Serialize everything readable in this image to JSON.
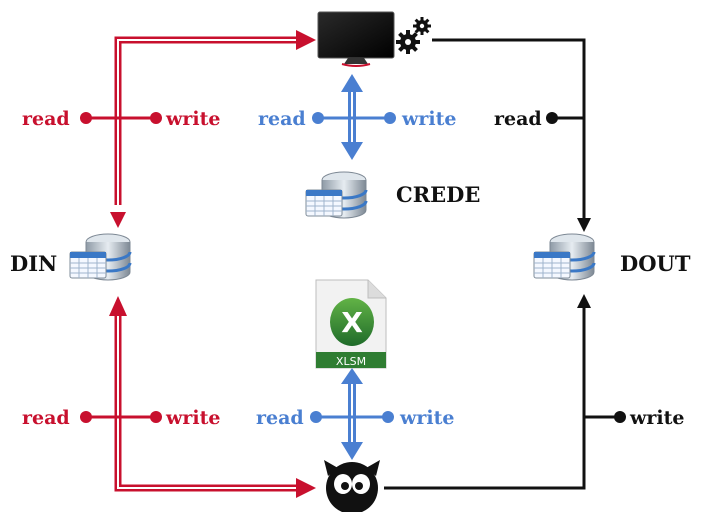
{
  "nodes": {
    "din": {
      "label": "DIN",
      "icon": "database-icon"
    },
    "dout": {
      "label": "DOUT",
      "icon": "database-icon"
    },
    "crede": {
      "label": "CREDE",
      "icon": "database-icon"
    },
    "monitor": {
      "icon": "monitor-gear-icon"
    },
    "excel": {
      "icon": "excel-file-icon",
      "label": "XLSM"
    },
    "bot": {
      "icon": "devil-face-icon"
    }
  },
  "labels": {
    "left_top": {
      "read": "read",
      "write": "write"
    },
    "center_top": {
      "read": "read",
      "write": "write"
    },
    "right_top": {
      "read": "read"
    },
    "left_bottom": {
      "read": "read",
      "write": "write"
    },
    "center_bottom": {
      "read": "read",
      "write": "write"
    },
    "right_bottom": {
      "write": "write"
    }
  },
  "colors": {
    "red": "#c8102e",
    "blue": "#4a7fd1",
    "black": "#111111",
    "db_blue": "#3a78c6",
    "excel_green": "#2f7d32"
  }
}
